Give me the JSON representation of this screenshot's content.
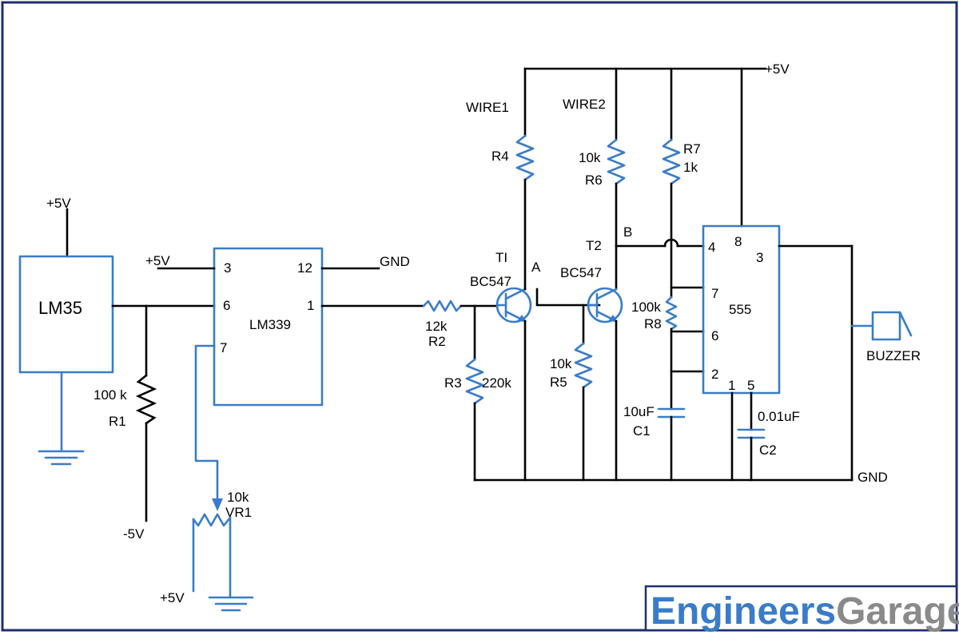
{
  "logo": {
    "part1": "Engineers",
    "part2": "Garage"
  },
  "colors": {
    "component": "#3a7cc8",
    "wire": "#000000",
    "frame": "#1f2f6e",
    "logo_gray": "#8a8a8a"
  },
  "labels": {
    "vcc_lm35": "+5V",
    "lm35": "LM35",
    "r1_value": "100 k",
    "r1": "R1",
    "neg5v": "-5V",
    "vcc_pin3": "+5V",
    "pin3": "3",
    "pin12": "12",
    "pin6": "6",
    "pin1": "1",
    "pin7": "7",
    "lm339": "LM339",
    "gnd_top": "GND",
    "vr1_value": "10k",
    "vr1": "VR1",
    "vcc_vr1": "+5V",
    "r2_value": "12k",
    "r2": "R2",
    "r3": "R3",
    "r3_value": "220k",
    "t1": "TI",
    "t1_type": "BC547",
    "node_a": "A",
    "wire1": "WIRE1",
    "r4": "R4",
    "wire2": "WIRE2",
    "r6_value": "10k",
    "r6": "R6",
    "t2": "T2",
    "t2_type": "BC547",
    "node_b": "B",
    "r5_value": "10k",
    "r5": "R5",
    "r7": "R7",
    "r7_value": "1k",
    "vcc_top": "+5V",
    "r8_value": "100k",
    "r8": "R8",
    "c1_value": "10uF",
    "c1": "C1",
    "ic555": "555",
    "pin8": "8",
    "pin4": "4",
    "pin3_555": "3",
    "pin7_555": "7",
    "pin6_555": "6",
    "pin2_555": "2",
    "pin1_555": "1",
    "pin5_555": "5",
    "c2_value": "0.01uF",
    "c2": "C2",
    "buzzer": "BUZZER",
    "gnd_right": "GND"
  }
}
